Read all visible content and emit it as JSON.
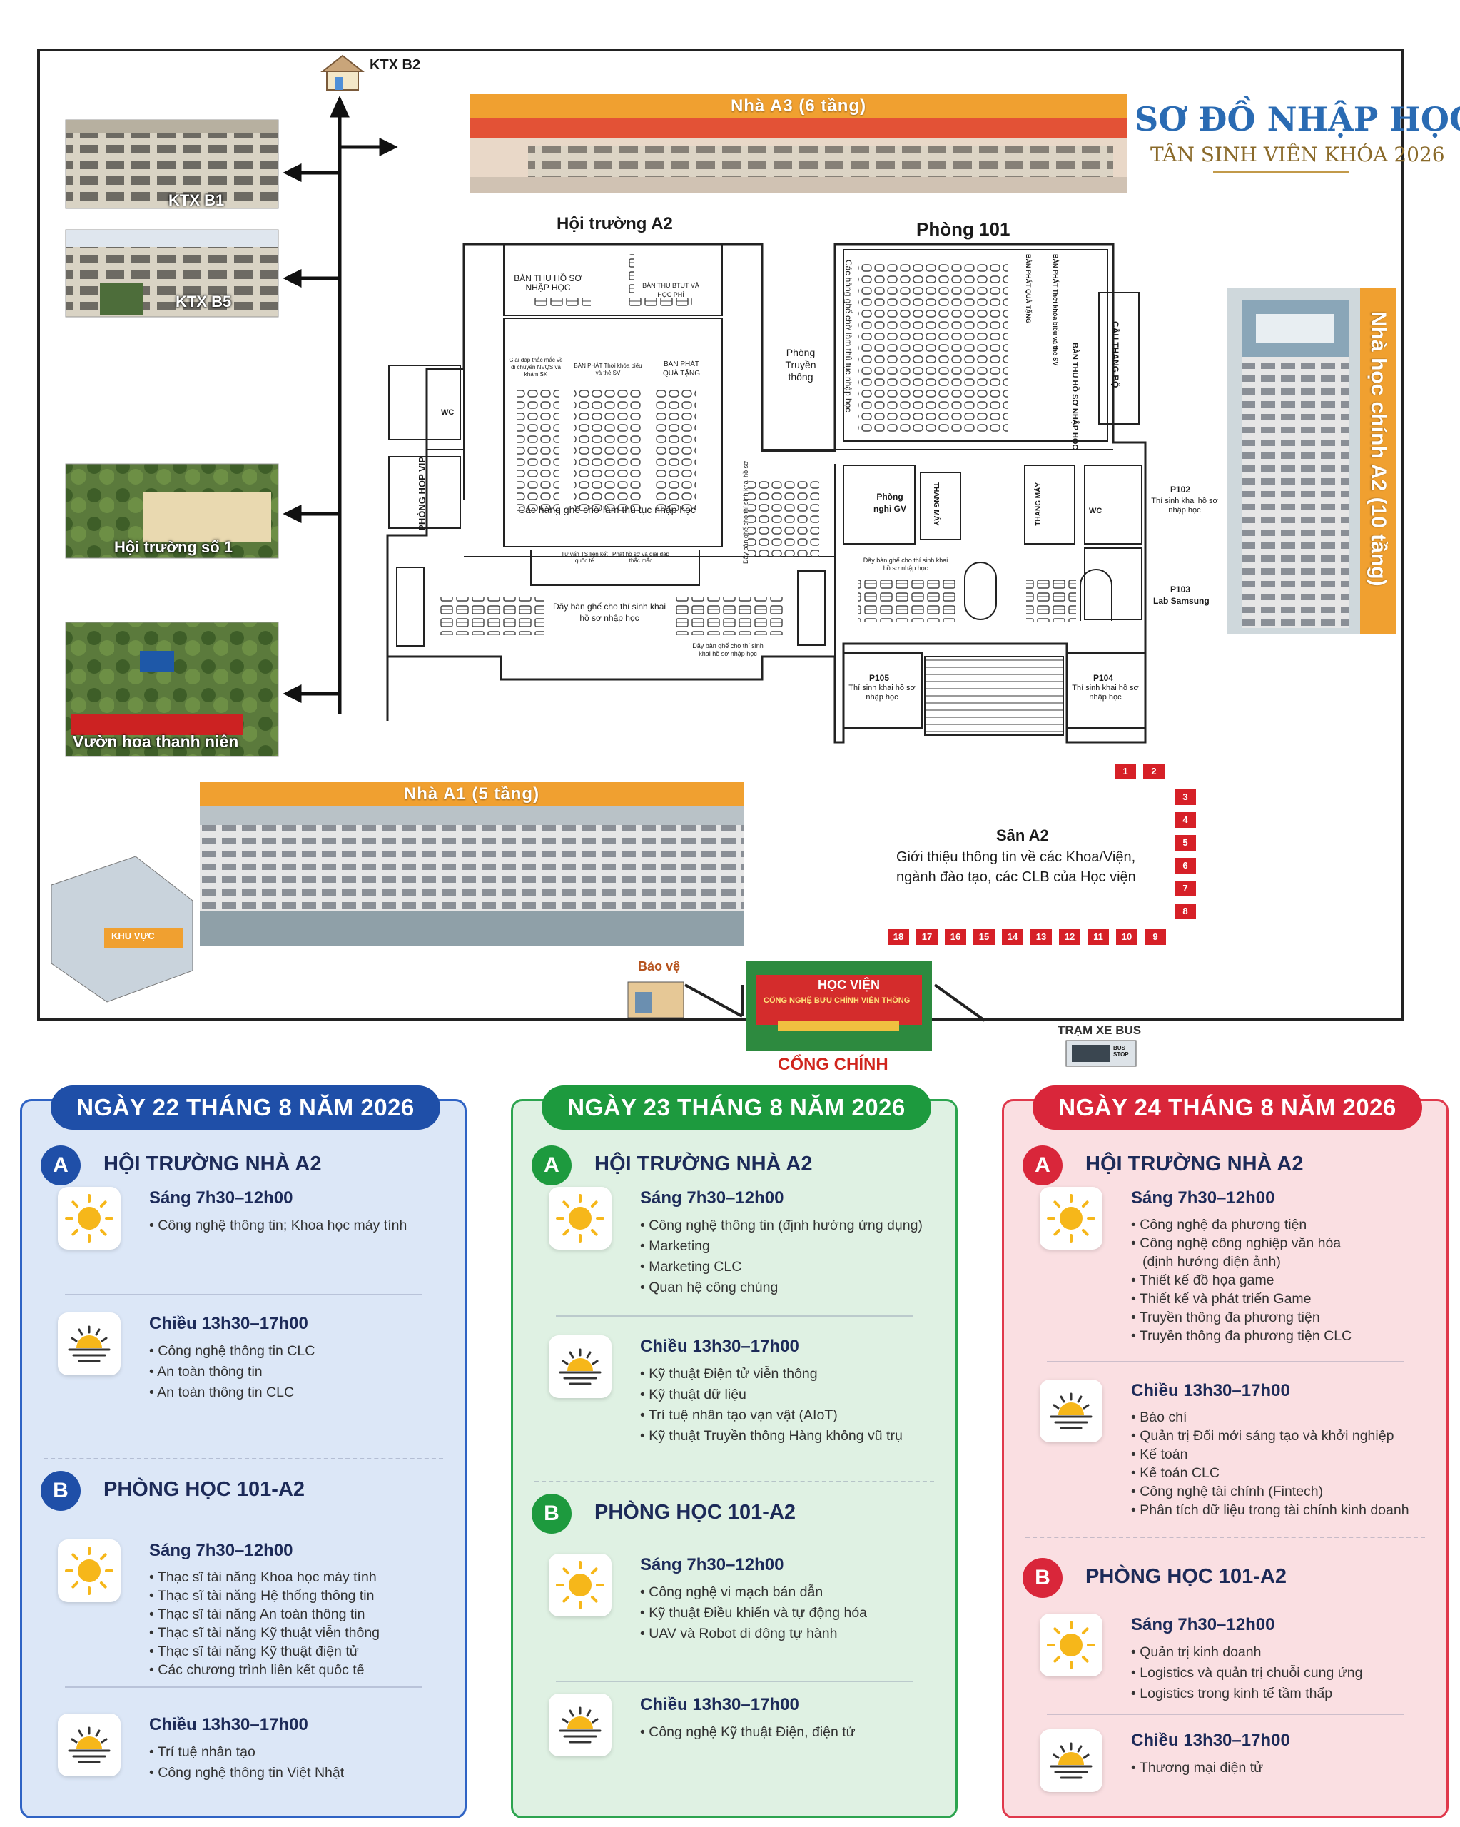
{
  "map": {
    "title": "SƠ ĐỒ NHẬP HỌC",
    "subtitle": "TÂN SINH VIÊN KHÓA 2026",
    "ktx_b2": "KTX B2",
    "ktx_b1": "KTX B1",
    "ktx_b5": "KTX B5",
    "hoi_truong_so_1": "Hội trường số 1",
    "vuon_hoa": "Vườn hoa thanh niên",
    "nha_a3": "Nhà A3 (6 tầng)",
    "nha_a1": "Nhà A1 (5 tầng)",
    "nha_hoc_chinh": "Nhà học chính A2 (10 tầng)",
    "hoi_truong_a2": "Hội trường A2",
    "phong_101": "Phòng 101",
    "ban_thu_ho_so": "BÀN THU HỒ SƠ NHẬP HỌC",
    "ban_thu_btut": "BÀN THU BTUT VÀ HỌC PHÍ",
    "giai_dap": "Giải đáp thắc mắc về di chuyển NVQS và khám SK",
    "ban_phat_the": "BÀN PHÁT Thời khóa biểu và thẻ SV",
    "ban_phat_qua": "BÀN PHÁT QUÀ TẶNG",
    "hang_ghe_cho": "Các hàng ghế chờ làm thủ tục nhập học",
    "tu_van": "Tư vấn TS liên kết quốc tế",
    "phat_ho_so": "Phát hồ sơ và giải đáp thắc mắc",
    "day_ban_ghe": "Dãy bàn ghế cho thí sinh khai hồ sơ nhập học",
    "day_ban_ghe_2": "Dãy bàn ghế cho thí sinh khai hồ sơ nhập học",
    "phong_hop_vip": "PHÒNG HỌP VIP",
    "wc": "WC",
    "wc2": "WC",
    "phong_truyen_thong": "Phòng Truyền thống",
    "cac_hang_ghe_101": "Các hàng ghế chờ làm thủ tục nhập học",
    "ban_phat_qua_101": "BÀN PHÁT QUÀ TẶNG",
    "ban_phat_the_101": "BÀN PHÁT Thời khóa biểu và thẻ SV",
    "ban_thu_hs_101": "BÀN THU HỒ SƠ NHẬP HỌC",
    "cau_thang_bo": "CẦU THANG BỘ",
    "day_ban_ghe_101": "Dãy bàn ghế cho thí sinh khai hồ sơ",
    "phong_nghi_gv": "Phòng nghỉ GV",
    "thang_may": "THANG MÁY",
    "thang_may_2": "THANG MÁY",
    "day_ban_ghe_sanh": "Dãy bàn ghế cho thí sinh khai hồ sơ nhập học",
    "p102": "P102",
    "p102_desc": "Thí sinh khai hồ sơ nhập học",
    "p103": "P103",
    "p103_desc": "Lab Samsung",
    "p105": "P105",
    "p105_desc": "Thí sinh khai hồ sơ nhập học",
    "p104": "P104",
    "p104_desc": "Thí sinh khai hồ sơ nhập học",
    "san_a2": "Sân A2",
    "san_a2_desc1": "Giới thiệu thông tin về các Khoa/Viện,",
    "san_a2_desc2": "ngành đào tạo, các CLB của Học viện",
    "bao_ve": "Bảo vệ",
    "cong_chinh": "CỔNG CHÍNH",
    "tram_xe_bus": "TRẠM XE BUS",
    "bus_stop": "BUS STOP",
    "hoc_vien": "HỌC VIỆN",
    "hoc_vien_name": "CÔNG NGHỆ BƯU CHÍNH VIỄN THÔNG",
    "khu_vuc": "KHU VỰC",
    "booths_top": [
      "1",
      "2"
    ],
    "booths_right": [
      "3",
      "4",
      "5",
      "6",
      "7",
      "8"
    ],
    "booths_bottom": [
      "18",
      "17",
      "16",
      "15",
      "14",
      "13",
      "12",
      "11",
      "10",
      "9"
    ]
  },
  "colors": {
    "blue": "#1f4fa8",
    "green": "#1d9a3e",
    "red": "#d9263a",
    "orange": "#f0a030"
  },
  "icons": {
    "sun": "sun-icon",
    "sunset": "sunset-icon"
  },
  "cards": [
    {
      "heading": "NGÀY 22 THÁNG 8 NĂM 2026",
      "sections": [
        {
          "badge": "A",
          "title": "HỘI TRƯỜNG NHÀ A2",
          "slots": [
            {
              "title": "Sáng 7h30–12h00",
              "items": [
                "Công nghệ thông tin; Khoa học máy tính"
              ]
            },
            {
              "title": "Chiều 13h30–17h00",
              "items": [
                "Công nghệ thông tin CLC",
                "An toàn thông tin",
                "An toàn thông tin CLC"
              ]
            }
          ]
        },
        {
          "badge": "B",
          "title": "PHÒNG HỌC 101-A2",
          "slots": [
            {
              "title": "Sáng 7h30–12h00",
              "items": [
                "Thạc sĩ tài năng Khoa học máy tính",
                "Thạc sĩ tài năng Hệ thống thông tin",
                "Thạc sĩ tài năng An toàn thông tin",
                "Thạc sĩ tài năng Kỹ thuật viễn thông",
                "Thạc sĩ tài năng Kỹ thuật điện tử",
                "Các chương trình liên kết quốc tế"
              ]
            },
            {
              "title": "Chiều 13h30–17h00",
              "items": [
                "Trí tuệ nhân tạo",
                "Công nghệ thông tin Việt Nhật"
              ]
            }
          ]
        }
      ]
    },
    {
      "heading": "NGÀY 23 THÁNG 8 NĂM 2026",
      "sections": [
        {
          "badge": "A",
          "title": "HỘI TRƯỜNG NHÀ A2",
          "slots": [
            {
              "title": "Sáng 7h30–12h00",
              "items": [
                "Công nghệ thông tin (định hướng ứng dụng)",
                "Marketing",
                "Marketing CLC",
                "Quan hệ công chúng"
              ]
            },
            {
              "title": "Chiều 13h30–17h00",
              "items": [
                "Kỹ thuật Điện tử viễn thông",
                "Kỹ thuật dữ liệu",
                "Trí tuệ nhân tạo vạn vật (AIoT)",
                "Kỹ thuật Truyền thông Hàng không vũ trụ"
              ]
            }
          ]
        },
        {
          "badge": "B",
          "title": "PHÒNG HỌC 101-A2",
          "slots": [
            {
              "title": "Sáng 7h30–12h00",
              "items": [
                "Công nghệ vi mạch bán dẫn",
                "Kỹ thuật Điều khiển và tự động hóa",
                "UAV và Robot di động tự hành"
              ]
            },
            {
              "title": "Chiều 13h30–17h00",
              "items": [
                "Công nghệ Kỹ thuật Điện, điện tử"
              ]
            }
          ]
        }
      ]
    },
    {
      "heading": "NGÀY 24 THÁNG 8 NĂM 2026",
      "sections": [
        {
          "badge": "A",
          "title": "HỘI TRƯỜNG NHÀ A2",
          "slots": [
            {
              "title": "Sáng 7h30–12h00",
              "items": [
                "Công nghệ đa phương tiện",
                "Công nghệ công nghiệp văn hóa",
                "(định hướng điện ảnh)",
                "Thiết kế đồ họa game",
                "Thiết kế và phát triển Game",
                "Truyền thông đa phương tiện",
                "Truyền thông đa phương tiện CLC"
              ]
            },
            {
              "title": "Chiều 13h30–17h00",
              "items": [
                "Báo chí",
                "Quản trị Đổi mới sáng tạo và khởi nghiệp",
                "Kế toán",
                "Kế toán CLC",
                "Công nghệ tài chính (Fintech)",
                "Phân tích dữ liệu trong tài chính kinh doanh"
              ]
            }
          ]
        },
        {
          "badge": "B",
          "title": "PHÒNG HỌC 101-A2",
          "slots": [
            {
              "title": "Sáng 7h30–12h00",
              "items": [
                "Quản trị kinh doanh",
                "Logistics và quản trị chuỗi cung ứng",
                "Logistics trong kinh tế tầm thấp"
              ]
            },
            {
              "title": "Chiều 13h30–17h00",
              "items": [
                "Thương mại điện tử"
              ]
            }
          ]
        }
      ]
    }
  ]
}
